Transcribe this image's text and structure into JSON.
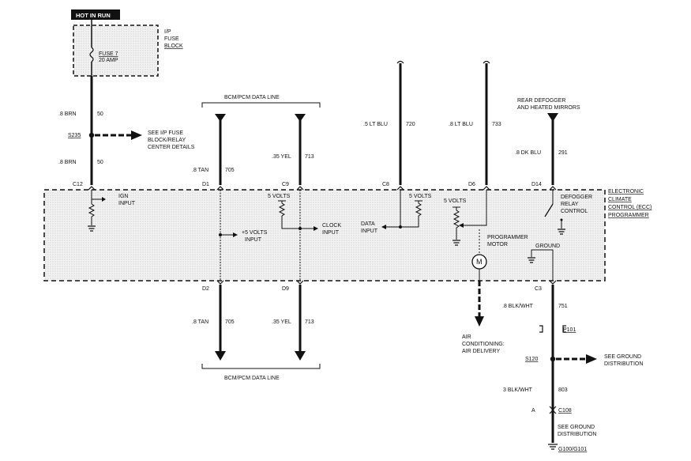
{
  "power": {
    "hot_label": "HOT IN RUN",
    "fuse_block": [
      "I/P",
      "FUSE",
      "BLOCK"
    ],
    "fuse_name": "FUSE 7",
    "fuse_rating": "20 AMP"
  },
  "feed": {
    "wire_upper_gauge": ".8 BRN",
    "wire_upper_circuit": "50",
    "splice": "S235",
    "splice_note": [
      "SEE I/P FUSE",
      "BLOCK/RELAY",
      "CENTER DETAILS"
    ],
    "wire_lower_gauge": ".8 BRN",
    "wire_lower_circuit": "50",
    "connector": "C12",
    "ign_input": [
      "IGN",
      "INPUT"
    ]
  },
  "data_line_top": {
    "label": "BCM/PCM DATA LINE",
    "tan_gauge": ".8 TAN",
    "tan_circuit": "705",
    "tan_pin": "D1",
    "yel_gauge": ".35 YEL",
    "yel_circuit": "713",
    "yel_pin": "C9"
  },
  "data_line_bottom": {
    "label": "BCM/PCM DATA LINE",
    "tan_gauge": ".8 TAN",
    "tan_circuit": "705",
    "tan_pin": "D2",
    "yel_gauge": ".35 YEL",
    "yel_circuit": "713",
    "yel_pin": "D9"
  },
  "inputs": {
    "five_volts_a": "5 VOLTS",
    "plus5_input": [
      "+5 VOLTS",
      "INPUT"
    ],
    "clock_input": [
      "CLOCK",
      "INPUT"
    ],
    "data_input": [
      "DATA",
      "INPUT"
    ],
    "five_volts_b": "5 VOLTS",
    "five_volts_c": "5 VOLTS"
  },
  "wire_c8": {
    "gauge": ".5 LT BLU",
    "circuit": "720",
    "pin": "C8"
  },
  "wire_d6": {
    "gauge": ".8 LT BLU",
    "circuit": "733",
    "pin": "D6"
  },
  "motor": {
    "label": [
      "PROGRAMMER",
      "MOTOR"
    ],
    "symbol": "M"
  },
  "air": {
    "label": [
      "AIR",
      "CONDITIONING:",
      "AIR DELIVERY"
    ]
  },
  "defog": {
    "source": [
      "REAR DEFOGGER",
      "AND HEATED MIRRORS"
    ],
    "gauge": ".8 DK BLU",
    "circuit": "291",
    "pin": "D14",
    "relay": [
      "DEFOGGER",
      "RELAY",
      "CONTROL"
    ]
  },
  "module": {
    "name": [
      "ELECTRONIC",
      "CLIMATE",
      "CONTROL (ECC)",
      "PROGRAMMER"
    ]
  },
  "ground": {
    "label": "GROUND",
    "pin": "C3",
    "wire_upper_gauge": ".8 BLK/WHT",
    "wire_upper_circuit": "751",
    "connector_p": "P101",
    "splice": "S120",
    "splice_note": [
      "SEE GROUND",
      "DISTRIBUTION"
    ],
    "wire_lower_gauge": "3 BLK/WHT",
    "wire_lower_circuit": "803",
    "connector_pin": "A",
    "connector_c": "C108",
    "dist_note": [
      "SEE GROUND",
      "DISTRIBUTION"
    ],
    "ground_id": "G100/G101"
  },
  "colors": {
    "ink": "#111111",
    "shade": "#e6e6e6"
  }
}
